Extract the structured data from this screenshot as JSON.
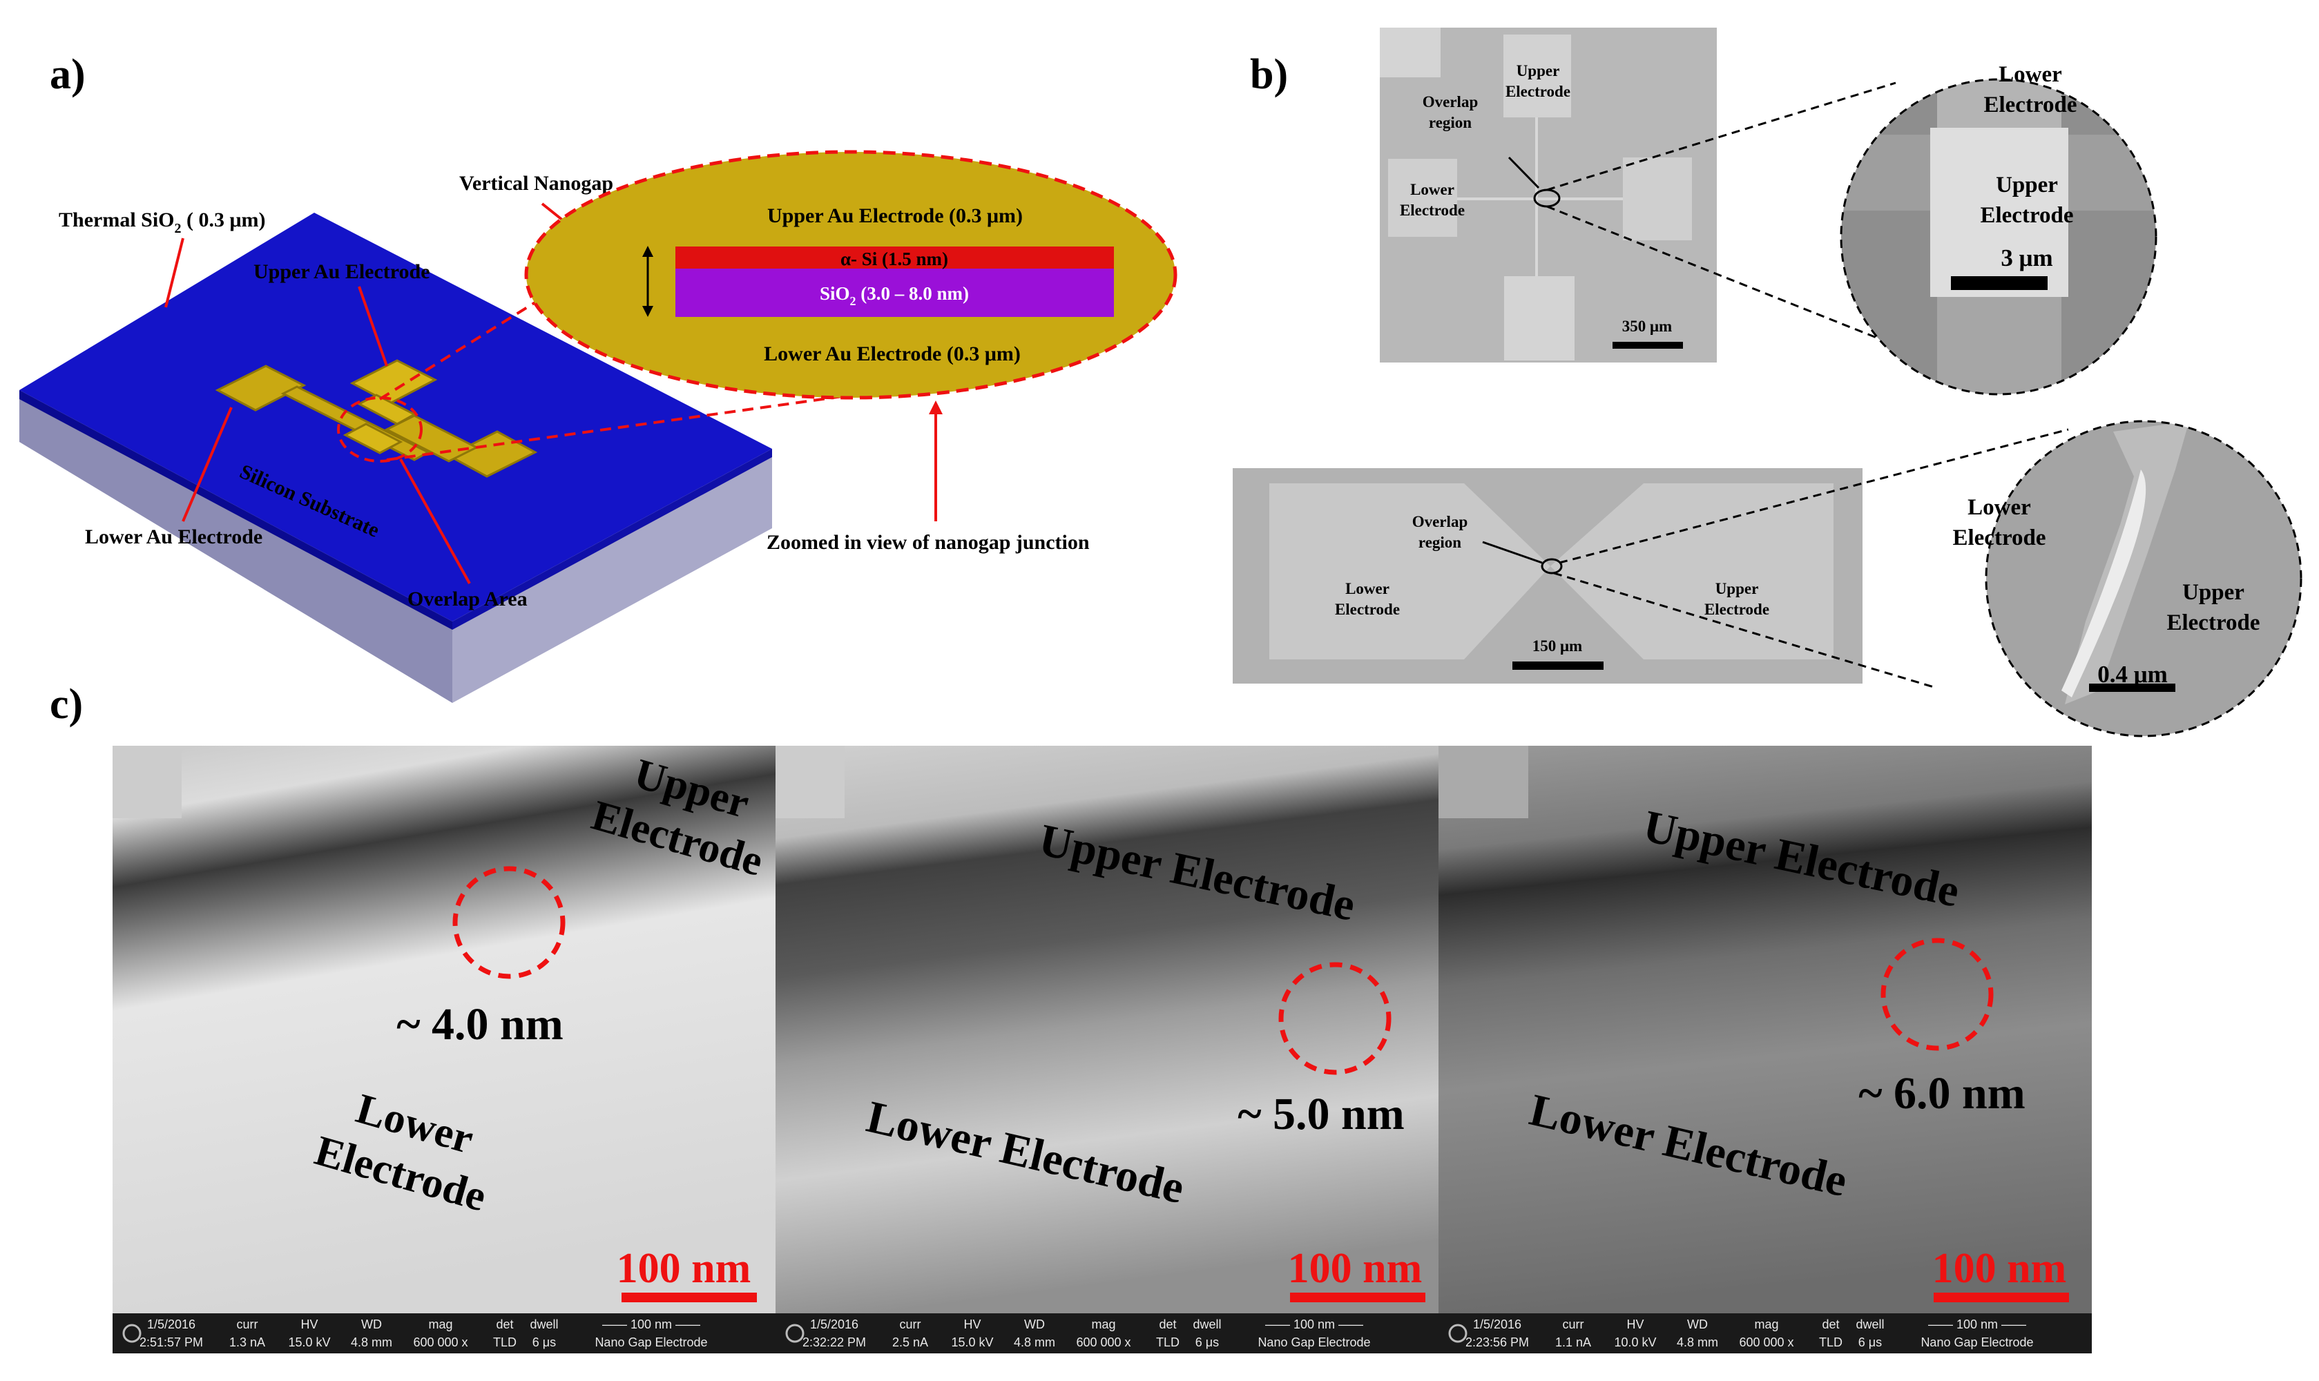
{
  "panels": {
    "a": {
      "label": "a)",
      "thermal_oxide": [
        "Thermal SiO",
        "2",
        " ( 0.3 μm)"
      ],
      "upper_electrode": "Upper Au Electrode",
      "lower_electrode": "Lower Au Electrode",
      "substrate": "Silicon Substrate",
      "overlap": "Overlap Area",
      "nanogap": "Vertical Nanogap",
      "zoom_caption": "Zoomed in view of nanogap junction",
      "stack": {
        "upper": "Upper Au Electrode (0.3 μm)",
        "asi": "α- Si (1.5 nm)",
        "sio2": [
          "SiO",
          "2",
          " (3.0 – 8.0 nm)"
        ],
        "lower": "Lower Au Electrode (0.3 μm)"
      },
      "colors": {
        "oxide": "#1414c8",
        "substrate": "#8c8cb4",
        "gold": "#c9a912",
        "asi": "#e01010",
        "sio2": "#9a10d8",
        "dashed": "#ee1111"
      }
    },
    "b": {
      "label": "b)",
      "top": {
        "upper": [
          "Upper",
          "Electrode"
        ],
        "lower": [
          "Lower",
          "Electrode"
        ],
        "overlap": [
          "Overlap",
          "region"
        ],
        "scale": "350 μm",
        "zoom_lower": [
          "Lower",
          "Electrode"
        ],
        "zoom_upper": [
          "Upper",
          "Electrode"
        ],
        "zoom_scale": "3 μm"
      },
      "bottom": {
        "overlap": [
          "Overlap",
          "region"
        ],
        "lower": [
          "Lower",
          "Electrode"
        ],
        "upper": [
          "Upper",
          "Electrode"
        ],
        "scale": "150 μm",
        "zoom_lower": [
          "Lower",
          "Electrode"
        ],
        "zoom_upper": [
          "Upper",
          "Electrode"
        ],
        "zoom_scale": "0.4 μm"
      }
    },
    "c": {
      "label": "c)",
      "images": [
        {
          "upper": [
            "Upper",
            "Electrode"
          ],
          "lower": [
            "Lower",
            "Electrode"
          ],
          "gap": "~ 4.0 nm",
          "scale": "100 nm",
          "info": {
            "date": "1/5/2016",
            "time": "2:51:57 PM",
            "curr": "1.3 nA",
            "hv": "15.0 kV",
            "wd": "4.8 mm",
            "mag": "600 000 x",
            "det": "TLD",
            "dwell": "6 μs",
            "bar": "100 nm",
            "name": "Nano Gap Electrode"
          }
        },
        {
          "upper": [
            "Upper Electrode"
          ],
          "lower": [
            "Lower Electrode"
          ],
          "gap": "~ 5.0 nm",
          "scale": "100 nm",
          "info": {
            "date": "1/5/2016",
            "time": "2:32:22 PM",
            "curr": "2.5 nA",
            "hv": "15.0 kV",
            "wd": "4.8 mm",
            "mag": "600 000 x",
            "det": "TLD",
            "dwell": "6 μs",
            "bar": "100 nm",
            "name": "Nano Gap Electrode"
          }
        },
        {
          "upper": [
            "Upper Electrode"
          ],
          "lower": [
            "Lower Electrode"
          ],
          "gap": "~ 6.0 nm",
          "scale": "100 nm",
          "info": {
            "date": "1/5/2016",
            "time": "2:23:56 PM",
            "curr": "1.1 nA",
            "hv": "10.0 kV",
            "wd": "4.8 mm",
            "mag": "600 000 x",
            "det": "TLD",
            "dwell": "6 μs",
            "bar": "100 nm",
            "name": "Nano Gap Electrode"
          }
        }
      ],
      "info_headers": {
        "curr": "curr",
        "hv": "HV",
        "wd": "WD",
        "mag": "mag",
        "det": "det",
        "dwell": "dwell"
      }
    }
  }
}
